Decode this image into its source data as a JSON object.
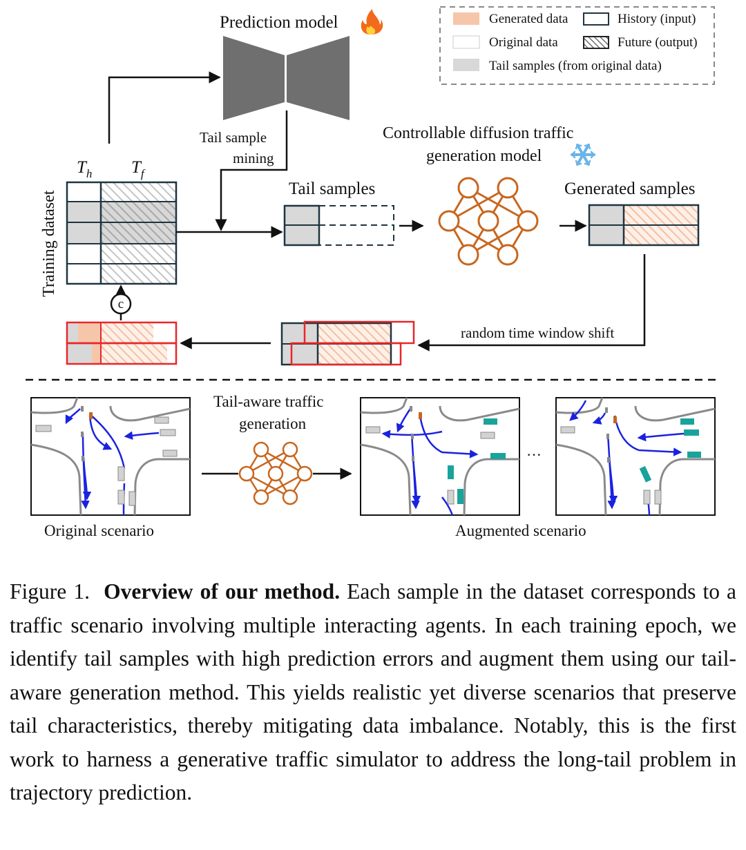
{
  "figure": {
    "prediction_model_label": "Prediction model",
    "prediction_model_emoji": "🔥",
    "tail_sample_mining_line1": "Tail sample",
    "tail_sample_mining_line2": "mining",
    "training_dataset_label": "Training dataset",
    "th_label": "T",
    "th_sub": "h",
    "tf_label": "T",
    "tf_sub": "f",
    "concat_symbol": "c",
    "tail_samples_label": "Tail samples",
    "diffusion_model_line1": "Controllable diffusion traffic",
    "diffusion_model_line2": "generation model",
    "diffusion_model_emoji": "❄️",
    "generated_samples_label": "Generated samples",
    "random_shift_label": "random time window shift",
    "tail_aware_line1": "Tail-aware traffic",
    "tail_aware_line2": "generation",
    "original_scenario_label": "Original scenario",
    "augmented_scenario_label": "Augmented scenario",
    "ellipsis": "···"
  },
  "legend": {
    "generated_data": "Generated data",
    "history_input": "History (input)",
    "original_data": "Original data",
    "future_output": "Future (output)",
    "tail_samples": "Tail samples (from original data)"
  },
  "colors": {
    "generated": "#f6c6aa",
    "tail_gray": "#d8d8d8",
    "box_border": "#1e3440",
    "red_border": "#e8262a",
    "network_orange": "#c8661e",
    "arrow_blue": "#1a22e0",
    "agent_teal": "#1aa39b",
    "agent_gray": "#d2d2d2",
    "snowflake_blue": "#6ab4e8",
    "flame_orange": "#f26a1b"
  },
  "caption": {
    "prefix": "Figure 1.",
    "bold": "Overview of our method.",
    "text": "Each sample in the dataset corresponds to a traffic scenario involving multiple interacting agents. In each training epoch, we identify tail samples with high prediction errors and augment them using our tail-aware generation method. This yields realistic yet diverse scenarios that preserve tail characteristics, thereby mitigating data imbalance. Notably, this is the first work to harness a generative traffic simulator to address the long-tail problem in trajectory prediction."
  }
}
